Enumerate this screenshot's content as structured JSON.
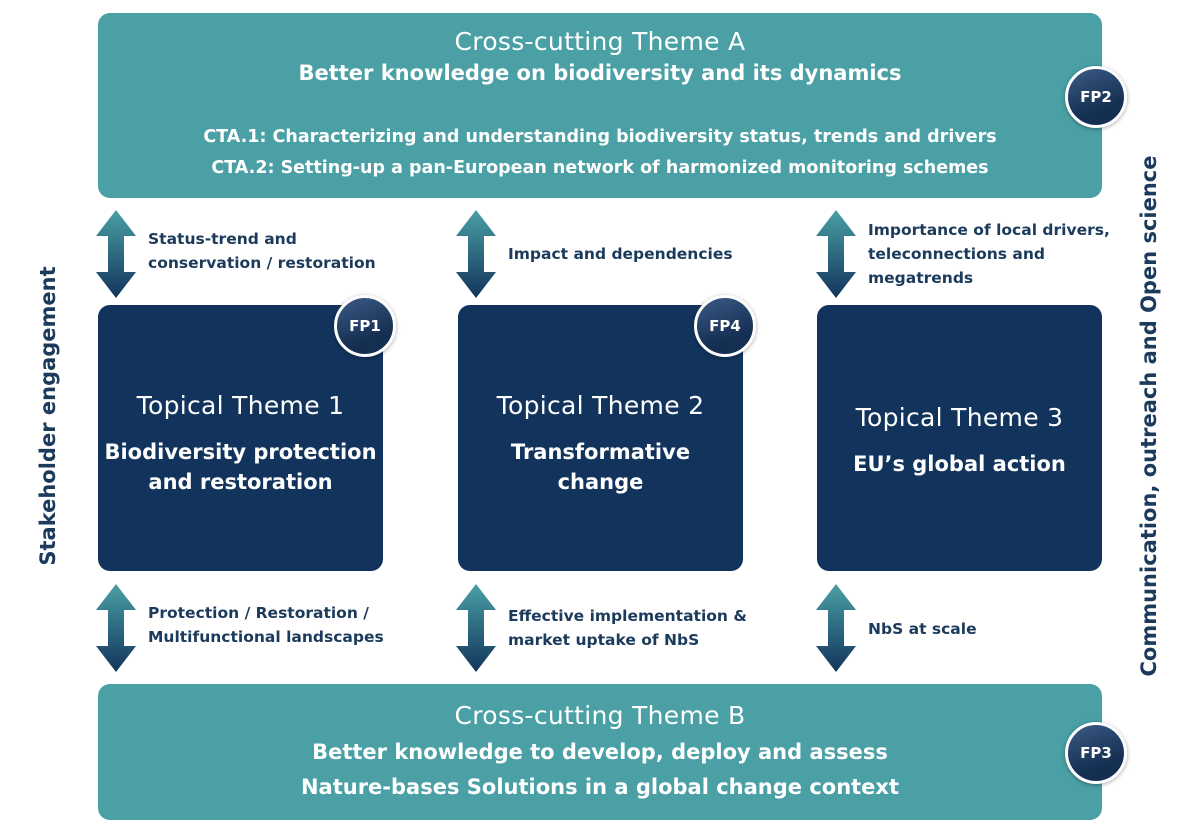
{
  "theme_a": {
    "title": "Cross-cutting Theme A",
    "subtitle": "Better knowledge on biodiversity and its dynamics",
    "items": [
      "CTA.1: Characterizing and understanding biodiversity status, trends and drivers",
      "CTA.2: Setting-up a pan-European network of harmonized monitoring schemes"
    ],
    "badge": "FP2"
  },
  "theme_b": {
    "title": "Cross-cutting Theme B",
    "lines": [
      "Better knowledge to develop, deploy and assess",
      "Nature-bases Solutions in a global change context"
    ],
    "badge": "FP3"
  },
  "topics": [
    {
      "title": "Topical Theme 1",
      "subtitle_lines": [
        "Biodiversity protection",
        "and restoration"
      ],
      "badge": "FP1"
    },
    {
      "title": "Topical Theme 2",
      "subtitle_lines": [
        "Transformative",
        "change"
      ],
      "badge": "FP4"
    },
    {
      "title": "Topical Theme 3",
      "subtitle_lines": [
        "EU’s global action"
      ]
    }
  ],
  "top_labels": [
    [
      "Status-trend and",
      "conservation / restoration"
    ],
    [
      "Impact and dependencies"
    ],
    [
      "Importance of local drivers,",
      "teleconnections and",
      "megatrends"
    ]
  ],
  "bottom_labels": [
    [
      "Protection / Restoration /",
      "Multifunctional landscapes"
    ],
    [
      "Effective implementation &",
      "market uptake of NbS"
    ],
    [
      "NbS at scale"
    ]
  ],
  "side_left": "Stakeholder engagement",
  "side_right": "Communication, outreach and Open science",
  "colors": {
    "teal": "#4aa0a5",
    "navy": "#12345c",
    "text": "#1b3a5c"
  }
}
